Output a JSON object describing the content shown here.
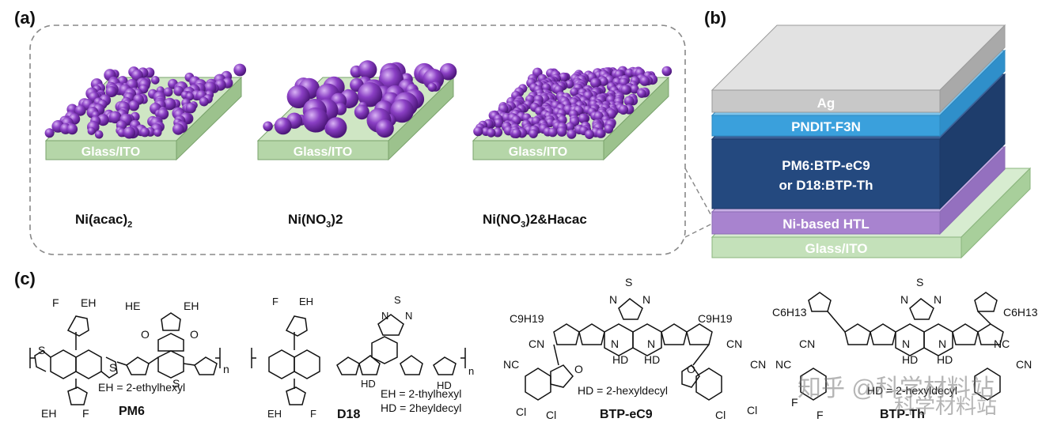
{
  "panels": {
    "a": "(a)",
    "b": "(b)",
    "c": "(c)"
  },
  "panel_a": {
    "substrate_label": "Glass/ITO",
    "films": [
      {
        "name": "Ni(acac)",
        "sub": "2",
        "tail": ""
      },
      {
        "name": "Ni(NO",
        "sub": "3",
        "tail": ")2"
      },
      {
        "name": "Ni(NO",
        "sub": "3",
        "tail": ")2&Hacac"
      }
    ]
  },
  "panel_b": {
    "layers": [
      "Ag",
      "PNDIT-F3N",
      "PM6:BTP-eC9",
      "or D18:BTP-Th",
      "Ni-based HTL",
      "Glass/ITO"
    ],
    "colors": {
      "ag": "#c8c8c8",
      "pndit": "#3aa0dc",
      "active": "#24497f",
      "htl": "#a883cf",
      "glass": "#c8e2c0"
    }
  },
  "panel_c": {
    "molecules": [
      {
        "name": "PM6",
        "note": "EH = 2-ethylhexyl"
      },
      {
        "name": "D18",
        "note1": "EH = 2-thylhexyl",
        "note2": "HD = 2heyldecyl"
      },
      {
        "name": "BTP-eC9",
        "note": "HD = 2-hexyldecyl"
      },
      {
        "name": "BTP-Th",
        "note": "HD = 2-hexyldecyl"
      }
    ],
    "atoms": {
      "S": "S",
      "F": "F",
      "EH": "EH",
      "HE": "HE",
      "O": "O",
      "N": "N",
      "HD": "HD",
      "Cl": "Cl",
      "CN": "CN",
      "NC": "NC",
      "n": "n",
      "C9H19": "C9H19",
      "C6H13": "C6H13"
    }
  },
  "watermark": {
    "line1": "知乎 @科学材料站",
    "line2": "科学材料站"
  }
}
